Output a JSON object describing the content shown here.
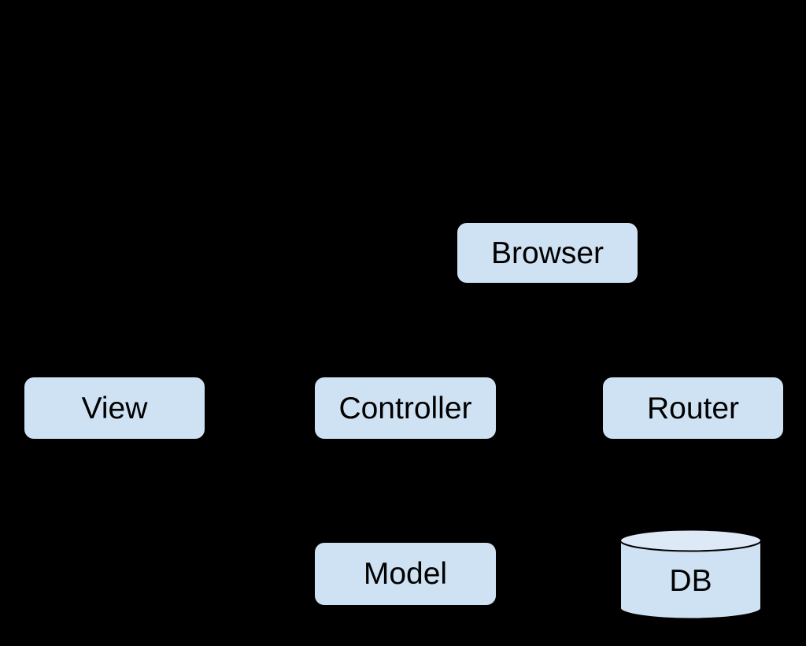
{
  "diagram": {
    "background_color": "#000000",
    "node_fill_color": "#cfe2f3",
    "db_top_fill_color": "#dde9f7",
    "node_text_color": "#000000",
    "nodes": {
      "browser": {
        "label": "Browser"
      },
      "view": {
        "label": "View"
      },
      "controller": {
        "label": "Controller"
      },
      "router": {
        "label": "Router"
      },
      "model": {
        "label": "Model"
      },
      "db": {
        "label": "DB"
      }
    }
  }
}
